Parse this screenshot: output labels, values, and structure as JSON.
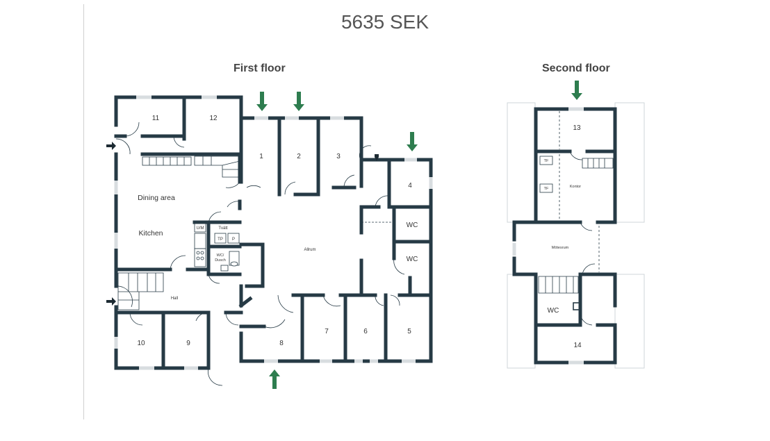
{
  "price": "5635 SEK",
  "floors": {
    "first": {
      "title": "First floor"
    },
    "second": {
      "title": "Second floor"
    }
  },
  "rooms": {
    "r1": "1",
    "r2": "2",
    "r3": "3",
    "r4": "4",
    "r5": "5",
    "r6": "6",
    "r7": "7",
    "r8": "8",
    "r9": "9",
    "r10": "10",
    "r11": "11",
    "r12": "12",
    "r13": "13",
    "r14": "14",
    "dining": "Dining area",
    "kitchen": "Kitchen",
    "hall": "Hall",
    "allrum": "Allrum",
    "wc1": "WC",
    "wc2": "WC",
    "wc3": "WC",
    "tvatt": "Tvätt",
    "tp": "TP",
    "p": "P",
    "wc_dusch": "WC/\nDusch",
    "wc_dusch_1": "WC/",
    "wc_dusch_2": "Dusch",
    "um": "U/M",
    "tf1": "TF",
    "tf2": "TF",
    "kontor": "Kontor",
    "motesrum": "Mötesrum"
  },
  "colors": {
    "wall": "#263a45",
    "arrow_entry": "#2e7d4f",
    "arrow_door": "#1d2b33",
    "window": "#d8dde0"
  },
  "icons": [
    "entry-arrow-icon",
    "door-arrow-icon"
  ]
}
